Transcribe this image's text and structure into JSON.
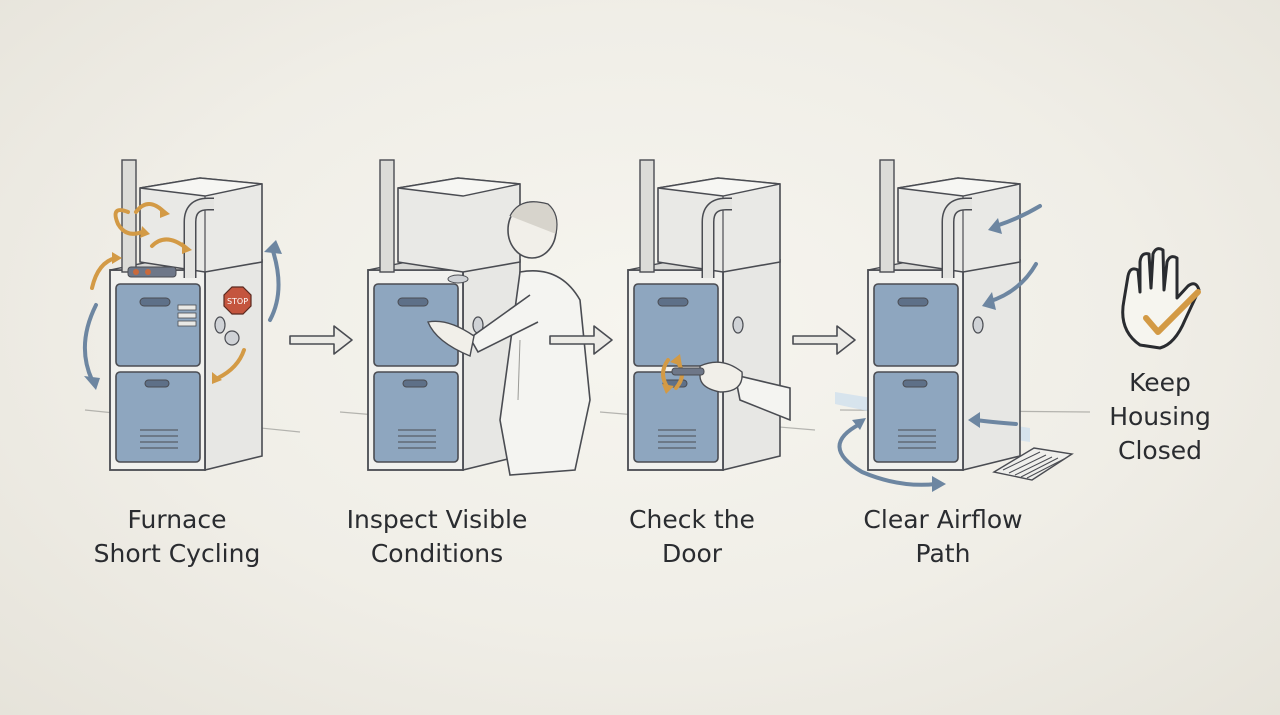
{
  "steps": [
    {
      "line1": "Furnace",
      "line2": "Short Cycling",
      "icon": "furnace-with-airflow-arrows-and-stop-sign"
    },
    {
      "line1": "Inspect Visible",
      "line2": "Conditions",
      "icon": "person-inspecting-furnace"
    },
    {
      "line1": "Check the",
      "line2": "Door",
      "icon": "hand-checking-door-latch"
    },
    {
      "line1": "Clear Airflow",
      "line2": "Path",
      "icon": "furnace-with-airflow-and-floor-vent"
    },
    {
      "line1": "Keep",
      "line2": "Housing",
      "line3": "Closed",
      "icon": "hand-with-checkmark"
    }
  ],
  "stop_sign_text": "STOP",
  "colors": {
    "panel_blue": "#8ea6bf",
    "accent_orange": "#d39a45",
    "arrow_blue": "#6d86a1",
    "ink": "#4a4c52",
    "text": "#2a2c30"
  }
}
